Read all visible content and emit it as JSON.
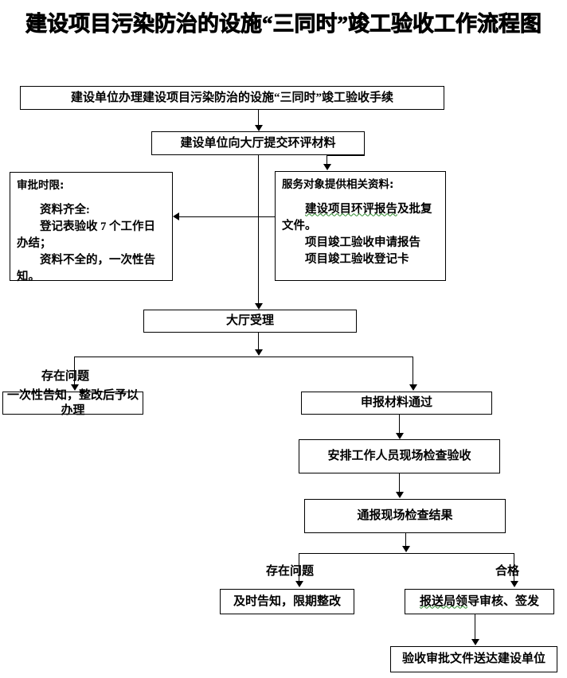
{
  "document": {
    "title": "建设项目污染防治的设施“三同时”竣工验收工作流程图"
  },
  "nodes": {
    "start": "建设单位办理建设项目污染防治的设施“三同时”竣工验收手续",
    "submit": "建设单位向大厅提交环评材料",
    "approval_limit": {
      "header": "审批时限:",
      "line1": "资料齐全:",
      "line2": "登记表验收 7 个工作日办结；",
      "line3": "资料不全的，一次性告知。"
    },
    "materials": {
      "header": "服务对象提供相关资料:",
      "line1_a": "建设项目环评报告",
      "line1_b": "及批复文件。",
      "line2": "项目竣工验收申请报告",
      "line3": "项目竣工验收登记卡"
    },
    "hall_accept": "大厅受理",
    "inform_once": "一次性告知，整改后予以办理",
    "materials_pass": "申报材料通过",
    "site_check": "安排工作人员现场检查验收",
    "report_result": "通报现场检查结果",
    "timely_notice": "及时告知，限期整改",
    "submit_leader_a": "报送局领",
    "submit_leader_b": "导审核、签发",
    "deliver_doc": "验收审批文件送达建设单位"
  },
  "edge_labels": {
    "problem_upper": "存在问题",
    "problem_lower": "存在问题",
    "qualified": "合格"
  },
  "colors": {
    "line": "#000000",
    "box_border": "#000000",
    "background": "#ffffff",
    "spellcheck_squiggle": "#2e8b2e"
  }
}
